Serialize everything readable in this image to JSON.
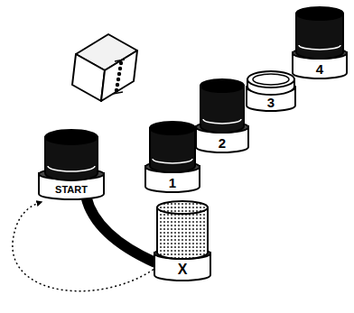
{
  "diagram": {
    "nodes": [
      {
        "text": [
          "START"
        ]
      },
      {
        "text": [
          "1"
        ]
      },
      {
        "text": [
          "2"
        ]
      },
      {
        "text": [
          "3"
        ]
      },
      {
        "text": [
          "4"
        ]
      },
      {
        "text": [
          "X"
        ]
      }
    ],
    "edges": [
      {
        "from": 5,
        "to": 0,
        "arrow": "to"
      },
      {
        "from": 0,
        "to": 5,
        "arrow": "none"
      }
    ]
  }
}
